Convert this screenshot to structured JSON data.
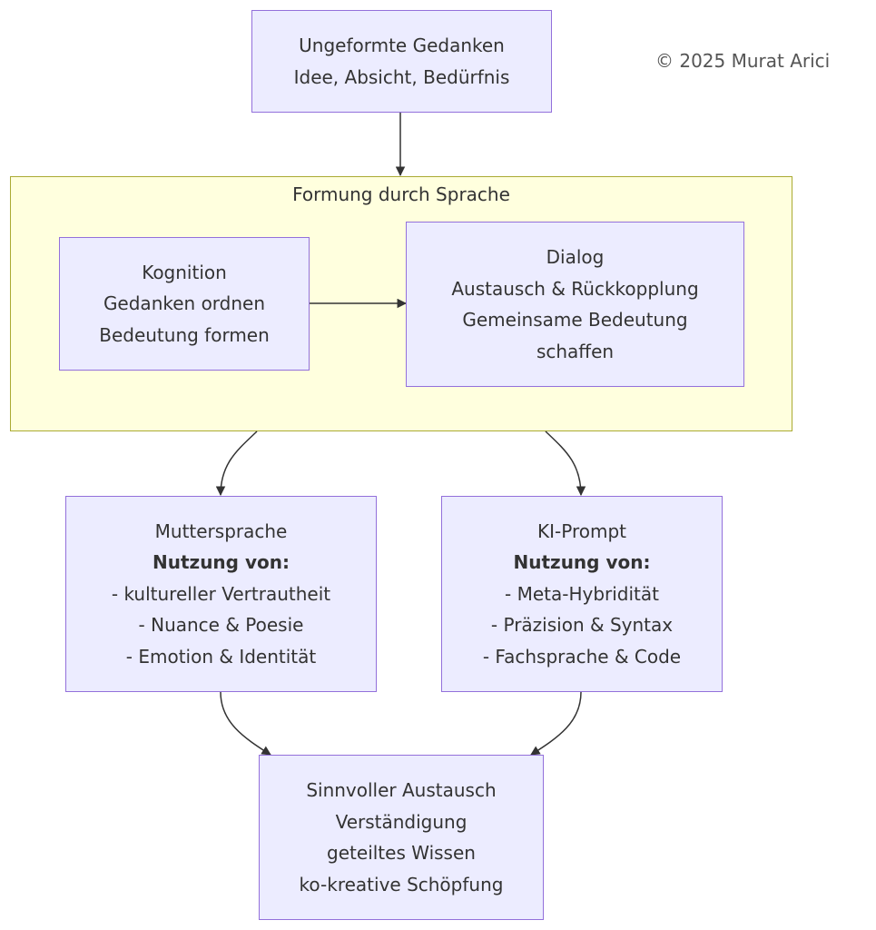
{
  "copyright": "© 2025 Murat Arici",
  "cluster": {
    "title": "Formung durch Sprache"
  },
  "nodes": {
    "gedanken": {
      "lines": [
        "Ungeformte Gedanken",
        "Idee, Absicht, Bedürfnis"
      ]
    },
    "kognition": {
      "lines": [
        "Kognition",
        "Gedanken ordnen",
        "Bedeutung formen"
      ]
    },
    "dialog": {
      "lines": [
        "Dialog",
        "Austausch & Rückkopplung",
        "Gemeinsame Bedeutung",
        "schaffen"
      ]
    },
    "muttersprache": {
      "title": "Muttersprache",
      "subtitle": "Nutzung von:",
      "items": [
        "- kultureller Vertrautheit",
        "- Nuance & Poesie",
        "- Emotion & Identität"
      ]
    },
    "kiprompt": {
      "title": "KI-Prompt",
      "subtitle": "Nutzung von:",
      "items": [
        "- Meta-Hybridität",
        "- Präzision & Syntax",
        "- Fachsprache & Code"
      ]
    },
    "austausch": {
      "lines": [
        "Sinnvoller Austausch",
        "Verständigung",
        "geteiltes Wissen",
        "ko-kreative Schöpfung"
      ]
    }
  },
  "colors": {
    "node_fill": "#ececff",
    "node_border": "#9370db",
    "cluster_fill": "#ffffde",
    "cluster_border": "#aaaa33",
    "edge": "#333333"
  }
}
